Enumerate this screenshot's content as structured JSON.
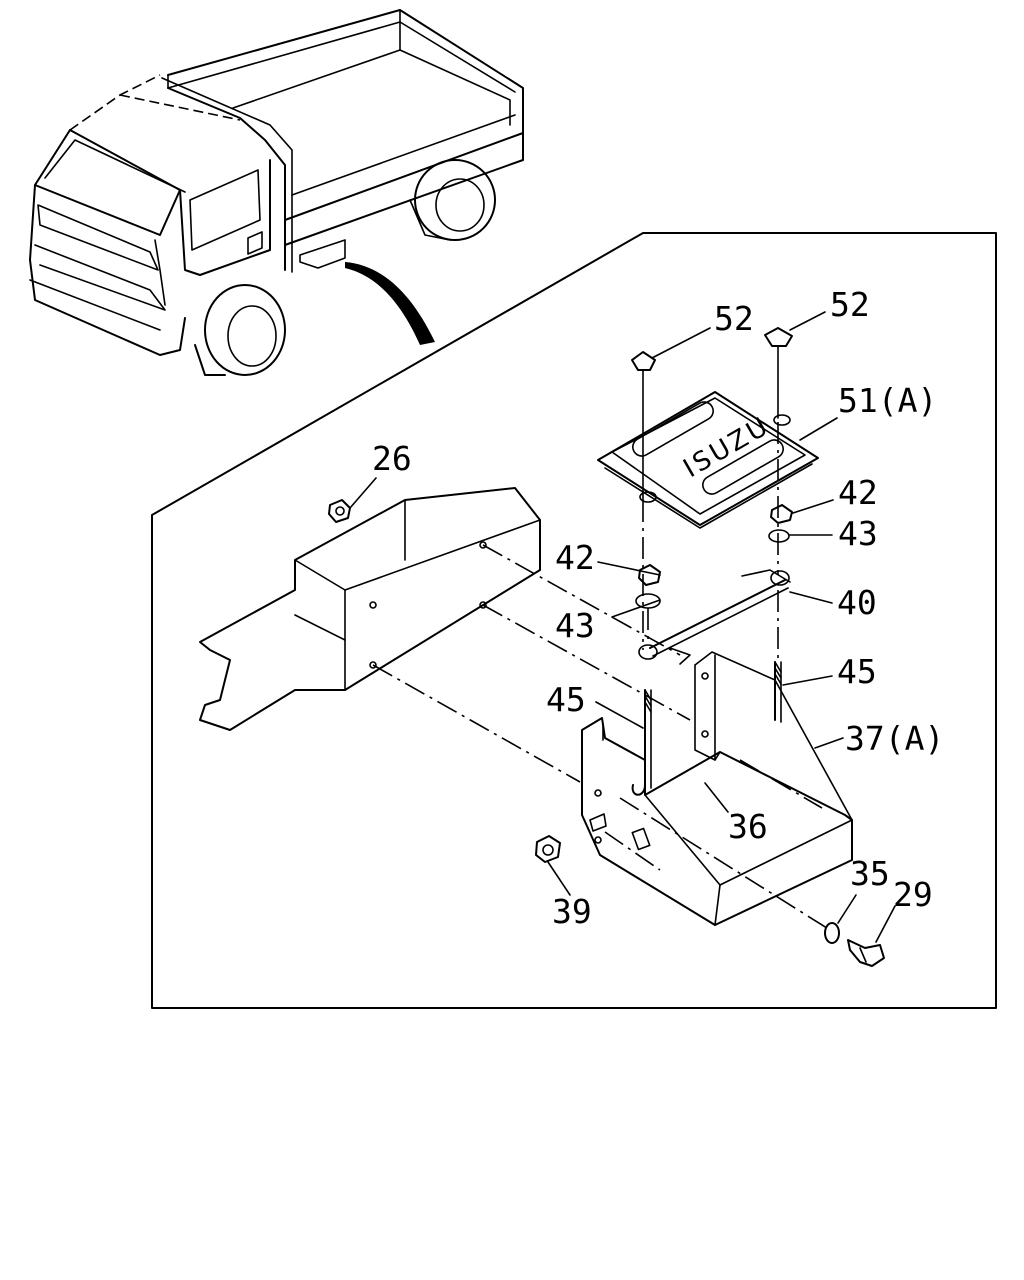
{
  "diagram": {
    "logo": "ISUZU",
    "callouts": {
      "c26": "26",
      "c52a": "52",
      "c52b": "52",
      "c51": "51(A)",
      "c42a": "42",
      "c43a": "43",
      "c42b": "42",
      "c43b": "43",
      "c40": "40",
      "c45a": "45",
      "c45b": "45",
      "c37": "37(A)",
      "c36": "36",
      "c39": "39",
      "c35": "35",
      "c29": "29"
    }
  }
}
